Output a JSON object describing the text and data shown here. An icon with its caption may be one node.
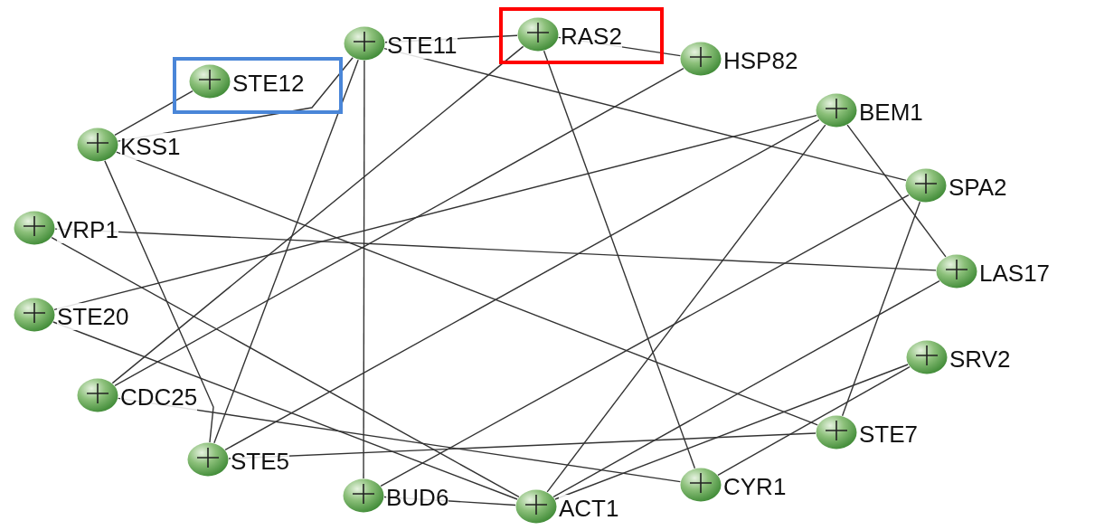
{
  "diagram": {
    "nodes": [
      {
        "text": [
          "STE11"
        ]
      },
      {
        "text": [],
        "shape": "box"
      },
      {
        "text": [
          "RAS2"
        ],
        "in": 1
      },
      {
        "text": [
          "HSP82"
        ]
      },
      {
        "text": [
          "BEM1"
        ]
      },
      {
        "text": [
          "SPA2"
        ]
      },
      {
        "text": [
          "LAS17"
        ]
      },
      {
        "text": [
          "SRV2"
        ]
      },
      {
        "text": [
          "STE7"
        ]
      },
      {
        "text": [
          "CYR1"
        ]
      },
      {
        "text": [
          "ACT1"
        ]
      },
      {
        "text": [
          "BUD6"
        ]
      },
      {
        "text": [
          "STE5"
        ]
      },
      {
        "text": [
          "CDC25"
        ]
      },
      {
        "text": [
          "STE20"
        ]
      },
      {
        "text": [
          "VRP1"
        ]
      },
      {
        "text": [
          "KSS1"
        ]
      },
      {
        "text": [],
        "shape": "box"
      },
      {
        "text": [
          "STE12"
        ],
        "in": 17
      }
    ],
    "edges": [
      {
        "from": 18,
        "to": 16,
        "arrow": "none"
      },
      {
        "from": 16,
        "to": 0,
        "arrow": "none"
      },
      {
        "from": 0,
        "to": 12,
        "arrow": "none"
      },
      {
        "from": 16,
        "to": 12,
        "arrow": "none"
      },
      {
        "from": 0,
        "to": 11,
        "arrow": "none"
      },
      {
        "from": 0,
        "to": 2,
        "arrow": "none"
      },
      {
        "from": 2,
        "to": 3,
        "arrow": "none"
      },
      {
        "from": 0,
        "to": 5,
        "arrow": "none"
      },
      {
        "from": 2,
        "to": 13,
        "arrow": "none"
      },
      {
        "from": 3,
        "to": 13,
        "arrow": "none"
      },
      {
        "from": 2,
        "to": 9,
        "arrow": "none"
      },
      {
        "from": 4,
        "to": 14,
        "arrow": "none"
      },
      {
        "from": 4,
        "to": 12,
        "arrow": "none"
      },
      {
        "from": 4,
        "to": 10,
        "arrow": "none"
      },
      {
        "from": 4,
        "to": 6,
        "arrow": "none"
      },
      {
        "from": 5,
        "to": 11,
        "arrow": "none"
      },
      {
        "from": 5,
        "to": 8,
        "arrow": "none"
      },
      {
        "from": 15,
        "to": 6,
        "arrow": "none"
      },
      {
        "from": 6,
        "to": 10,
        "arrow": "none"
      },
      {
        "from": 7,
        "to": 9,
        "arrow": "none"
      },
      {
        "from": 7,
        "to": 10,
        "arrow": "none"
      },
      {
        "from": 12,
        "to": 8,
        "arrow": "none"
      },
      {
        "from": 16,
        "to": 8,
        "arrow": "none"
      },
      {
        "from": 15,
        "to": 10,
        "arrow": "none"
      },
      {
        "from": 14,
        "to": 10,
        "arrow": "none"
      },
      {
        "from": 13,
        "to": 9,
        "arrow": "none"
      },
      {
        "from": 11,
        "to": 10,
        "arrow": "none"
      }
    ]
  }
}
